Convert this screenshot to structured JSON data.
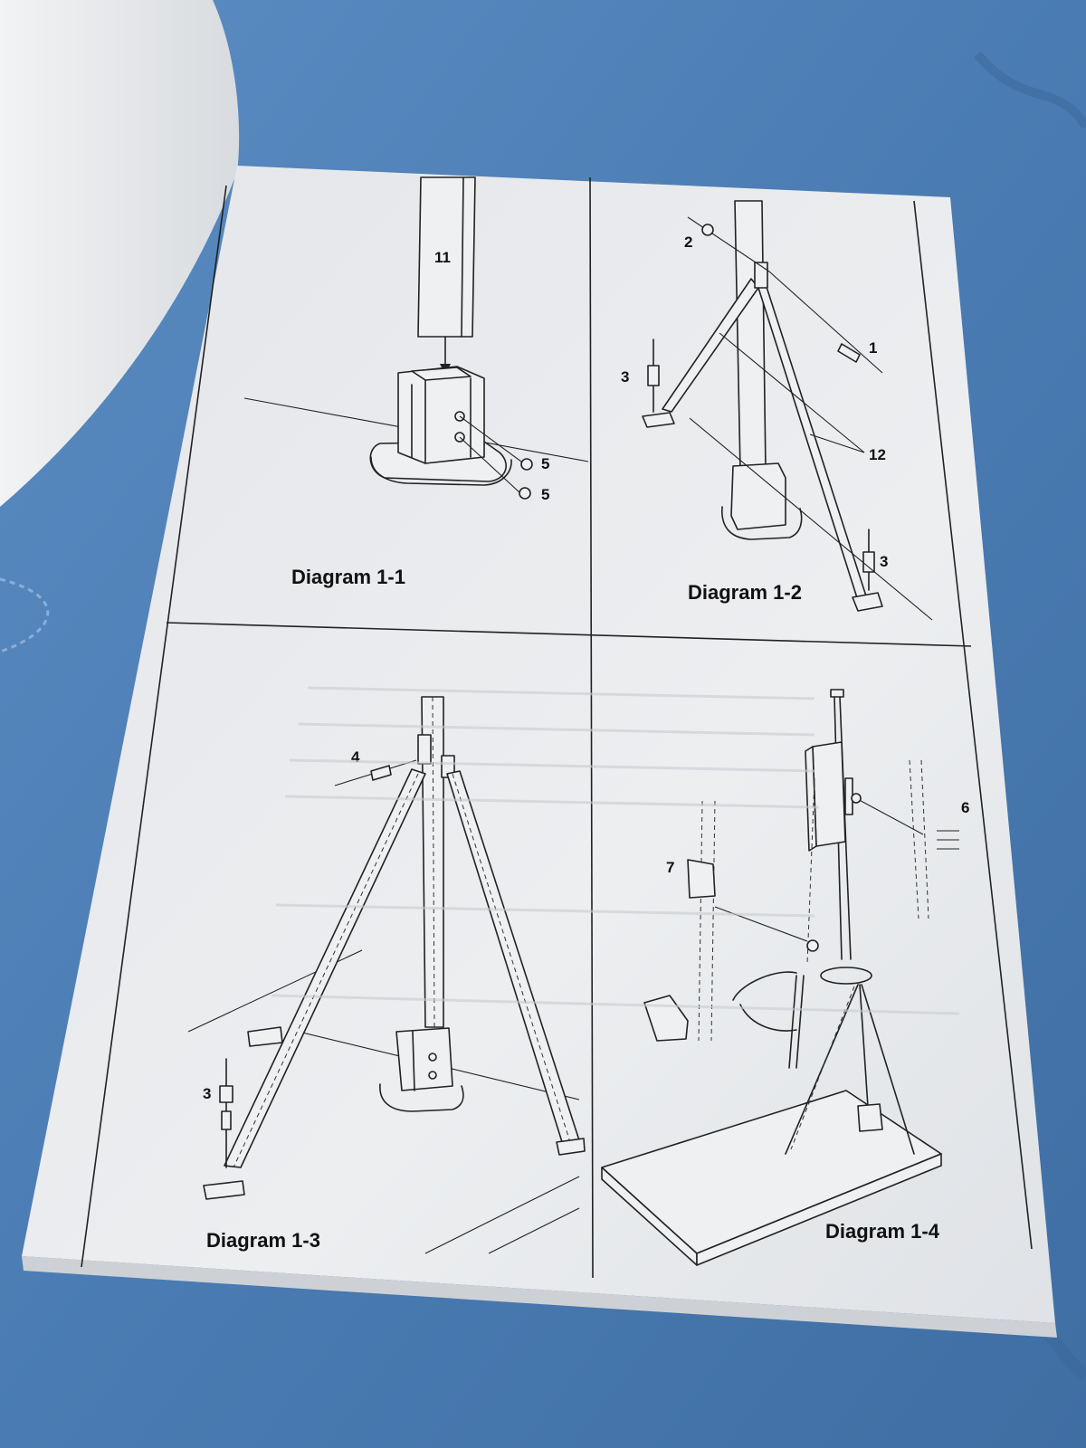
{
  "colors": {
    "fabric": "#4d7fb5",
    "paper": "#e9ebee",
    "ink": "#222222"
  },
  "panels": [
    {
      "caption": "Diagram 1-1",
      "callouts": [
        "11",
        "5",
        "5"
      ]
    },
    {
      "caption": "Diagram 1-2",
      "callouts": [
        "2",
        "1",
        "3",
        "12",
        "3"
      ]
    },
    {
      "caption": "Diagram 1-3",
      "callouts": [
        "4",
        "3"
      ]
    },
    {
      "caption": "Diagram 1-4",
      "callouts": [
        "6",
        "7"
      ]
    }
  ]
}
